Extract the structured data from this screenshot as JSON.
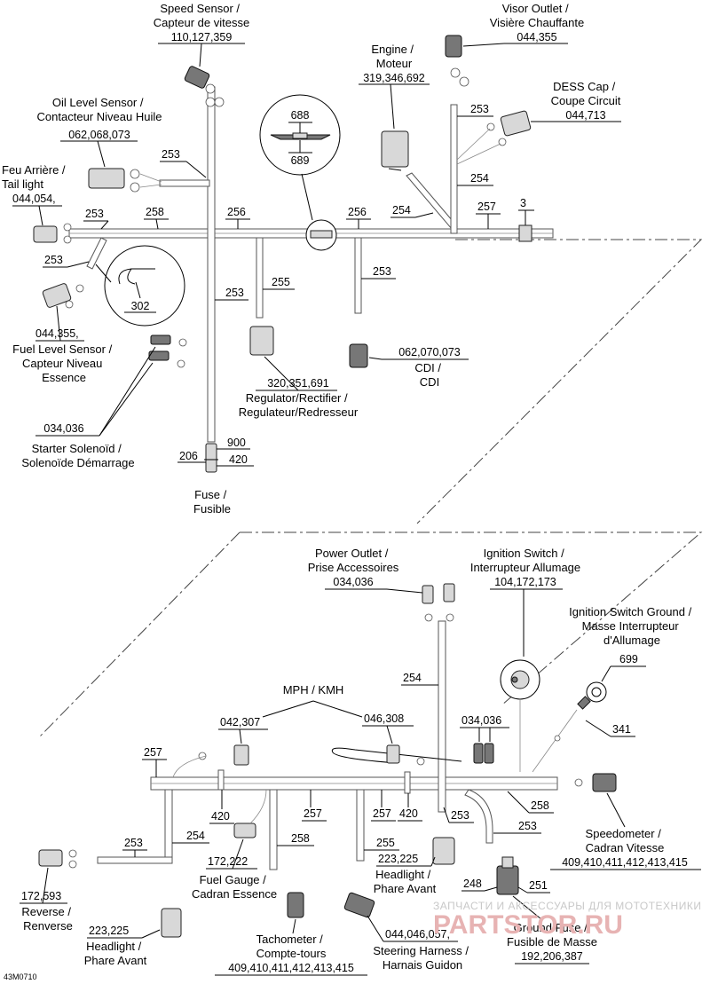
{
  "top": {
    "speed_sensor": {
      "l1": "Speed Sensor /",
      "l2": "Capteur de vitesse",
      "num": "110,127,359"
    },
    "visor_outlet": {
      "l1": "Visor Outlet /",
      "l2": "Visière Chauffante",
      "num": "044,355"
    },
    "engine": {
      "l1": "Engine /",
      "l2": "Moteur",
      "num": "319,346,692"
    },
    "dess_cap": {
      "l1": "DESS Cap /",
      "l2": "Coupe Circuit",
      "num": "044,713"
    },
    "oil_level": {
      "l1": "Oil Level Sensor /",
      "l2": "Contacteur Niveau Huile",
      "num": "062,068,073"
    },
    "tail_light": {
      "l1": "Feu Arrière /",
      "l2": "Tail light",
      "num": "044,054,"
    },
    "fuel_level": {
      "num": "044,355,",
      "l1": "Fuel Level Sensor /",
      "l2": "Capteur Niveau",
      "l3": "Essence"
    },
    "regulator": {
      "num": "320,351,691",
      "l1": "Regulator/Rectifier /",
      "l2": "Regulateur/Redresseur"
    },
    "cdi": {
      "num": "062,070,073",
      "l1": "CDI /",
      "l2": "CDI"
    },
    "starter": {
      "num": "034,036",
      "l1": "Starter Solenoïd /",
      "l2": "Solenoïde Démarrage"
    },
    "fuse": {
      "l1": "Fuse /",
      "l2": "Fusible"
    },
    "refs": {
      "r688": "688",
      "r689": "689",
      "r302": "302",
      "r253a": "253",
      "r253b": "253",
      "r253c": "253",
      "r253d": "253",
      "r253e": "253",
      "r254a": "254",
      "r254b": "254",
      "r256a": "256",
      "r256b": "256",
      "r257": "257",
      "r258": "258",
      "r3": "3",
      "r255": "255",
      "r900": "900",
      "r420": "420",
      "r206": "206"
    }
  },
  "bottom": {
    "power_outlet": {
      "l1": "Power Outlet /",
      "l2": "Prise Accessoires",
      "num": "034,036"
    },
    "ign_switch": {
      "l1": "Ignition Switch /",
      "l2": "Interrupteur Allumage",
      "num": "104,172,173"
    },
    "ign_ground": {
      "l1": "Ignition Switch Ground /",
      "l2": "Masse Interrupteur",
      "l3": "d'Allumage",
      "num": "699"
    },
    "mph_kmh": "MPH / KMH",
    "n042": "042,307",
    "n046": "046,308",
    "n034": "034,036",
    "speedometer": {
      "l1": "Speedometer /",
      "l2": "Cadran Vitesse",
      "num": "409,410,411,412,413,415"
    },
    "reverse": {
      "num": "172,593",
      "l1": "Reverse /",
      "l2": "Renverse"
    },
    "headlight_left": {
      "num": "223,225",
      "l1": "Headlight /",
      "l2": "Phare Avant"
    },
    "fuel_gauge": {
      "num": "172,222",
      "l1": "Fuel Gauge /",
      "l2": "Cadran Essence"
    },
    "tachometer": {
      "l1": "Tachometer /",
      "l2": "Compte-tours",
      "num": "409,410,411,412,413,415"
    },
    "headlight_mid": {
      "num": "223,225",
      "l1": "Headlight /",
      "l2": "Phare Avant"
    },
    "steering": {
      "num": "044,046,057,",
      "l1": "Steering Harness /",
      "l2": "Harnais Guidon"
    },
    "ground_fuse": {
      "l1": "Ground Fuse /",
      "l2": "Fusible de Masse",
      "num": "192,206,387"
    },
    "refs": {
      "r257a": "257",
      "r257b": "257",
      "r257c": "257",
      "r253a": "253",
      "r253b": "253",
      "r253c": "253",
      "r254a": "254",
      "r254b": "254",
      "r258a": "258",
      "r258b": "258",
      "r255": "255",
      "r420a": "420",
      "r420b": "420",
      "r341": "341",
      "r248": "248",
      "r251": "251"
    }
  },
  "watermark": {
    "line1": "ЗАПЧАСТИ И АКСЕССУАРЫ ДЛЯ МОТОТЕХНИКИ",
    "brand": "PARTSTOR.RU"
  },
  "figure_code": "43M0710"
}
